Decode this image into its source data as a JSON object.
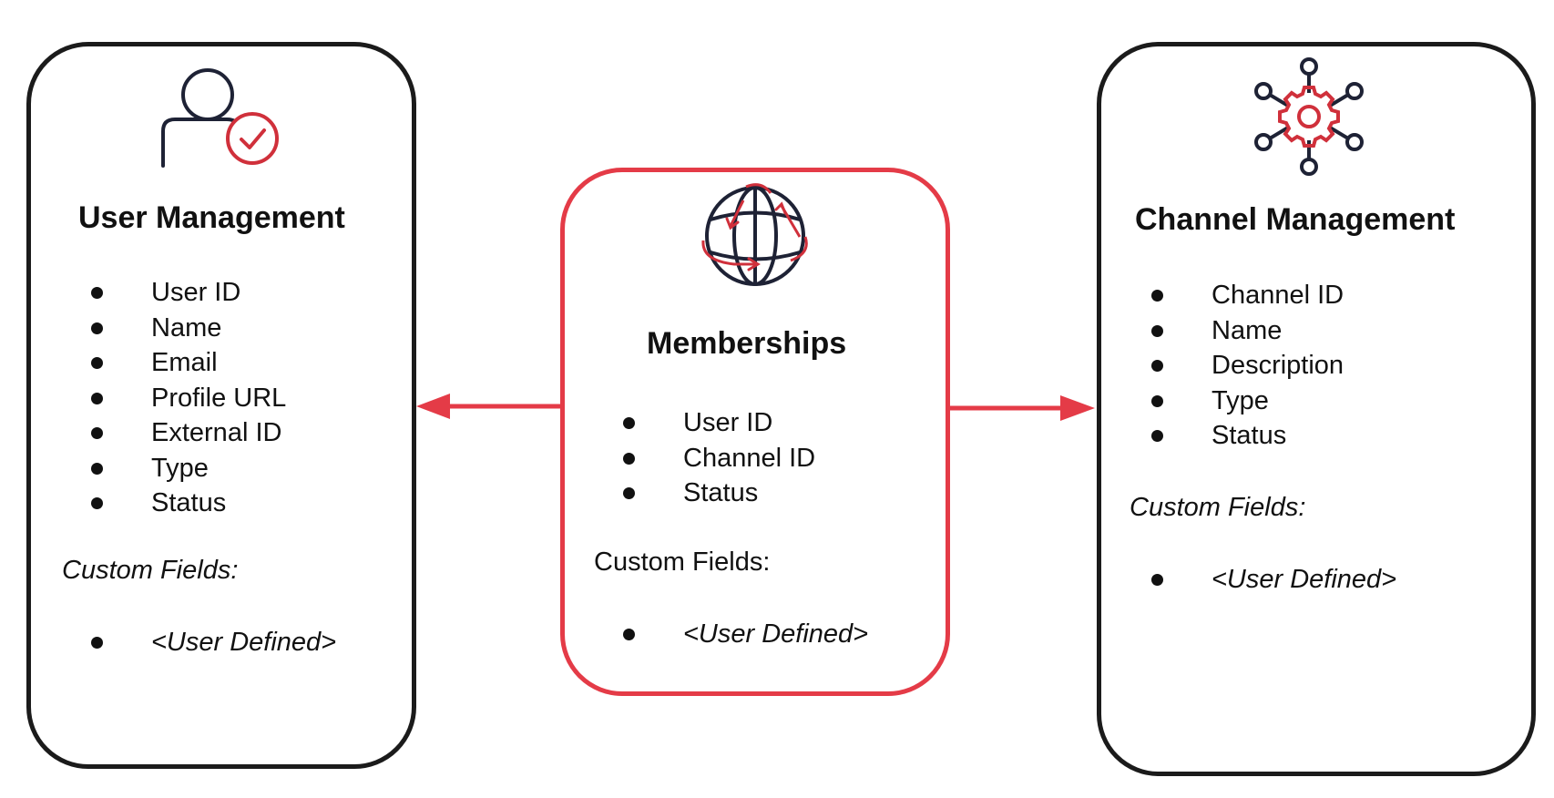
{
  "colors": {
    "accent": "#e43b47",
    "outline": "#1b1b1b",
    "icon_dark": "#1e2235"
  },
  "user_management": {
    "icon": "user-check-icon",
    "title": "User Management",
    "fields": [
      "User ID",
      "Name",
      "Email",
      "Profile URL",
      "External ID",
      "Type",
      "Status"
    ],
    "custom_label": "Custom Fields:",
    "custom_items": [
      "<User Defined>"
    ]
  },
  "memberships": {
    "icon": "globe-sync-icon",
    "title": "Memberships",
    "fields": [
      "User ID",
      "Channel ID",
      "Status"
    ],
    "custom_label": "Custom Fields:",
    "custom_items": [
      "<User Defined>"
    ]
  },
  "channel_management": {
    "icon": "network-gear-icon",
    "title": "Channel Management",
    "fields": [
      "Channel ID",
      "Name",
      "Description",
      "Type",
      "Status"
    ],
    "custom_label": "Custom Fields:",
    "custom_items": [
      "<User Defined>"
    ]
  }
}
